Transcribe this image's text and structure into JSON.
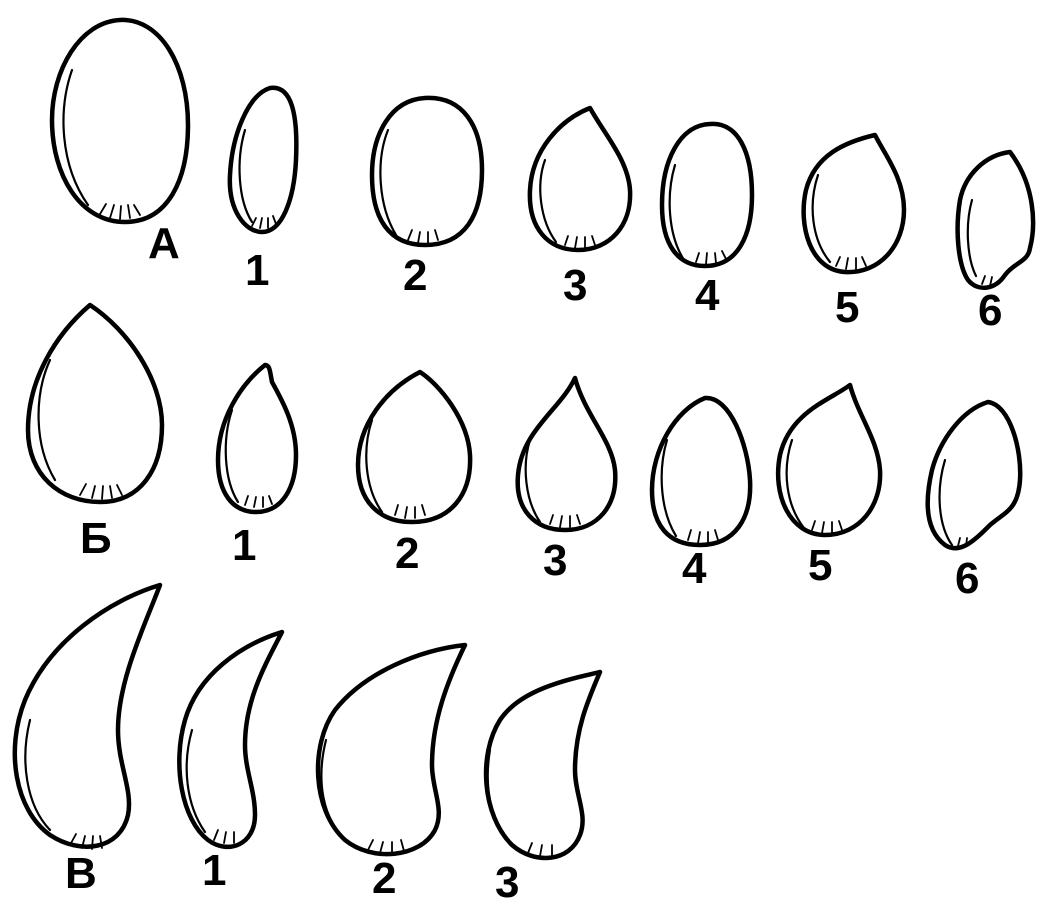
{
  "labels": {
    "row_a": {
      "group": "А",
      "items": [
        "1",
        "2",
        "3",
        "4",
        "5",
        "6"
      ]
    },
    "row_b": {
      "group": "Б",
      "items": [
        "1",
        "2",
        "3",
        "4",
        "5",
        "6"
      ]
    },
    "row_c": {
      "group": "В",
      "items": [
        "1",
        "2",
        "3"
      ]
    }
  },
  "colors": {
    "ink": "#000000",
    "paper": "#ffffff"
  }
}
